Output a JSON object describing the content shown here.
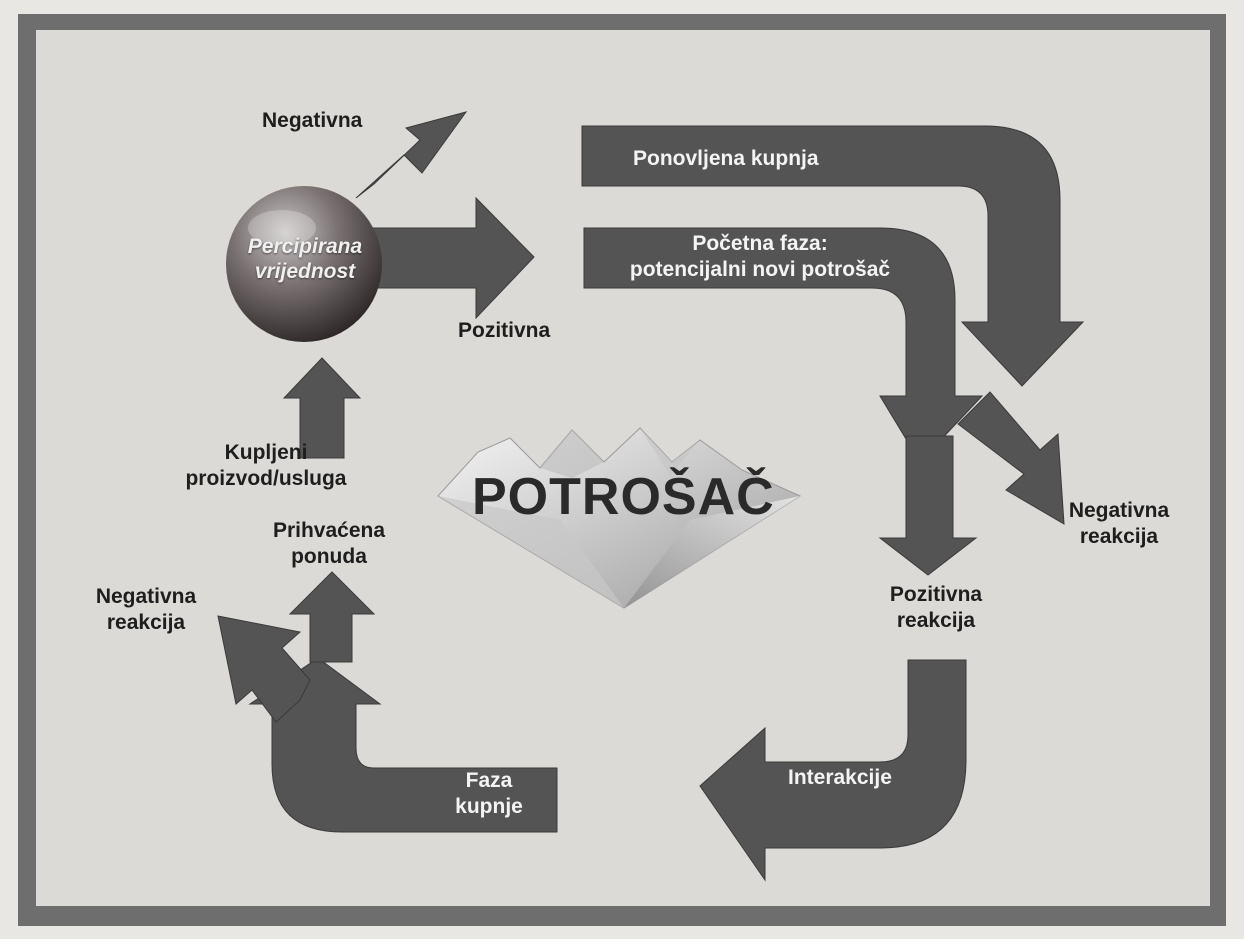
{
  "diagram": {
    "center_title": "POTROŠAČ",
    "sphere_label": [
      "Percipirana",
      "vrijednost"
    ],
    "labels": {
      "negativna_top": "Negativna",
      "pozitivna": "Pozitivna",
      "ponovljena_kupnja": "Ponovljena kupnja",
      "pocetna_faza": [
        "Početna faza:",
        "potencijalni novi potrošač"
      ],
      "negativna_reakcija_right": [
        "Negativna",
        "reakcija"
      ],
      "pozitivna_reakcija": [
        "Pozitivna",
        "reakcija"
      ],
      "interakcije": "Interakcije",
      "faza_kupnje": [
        "Faza",
        "kupnje"
      ],
      "negativna_reakcija_left": [
        "Negativna",
        "reakcija"
      ],
      "prihvacena_ponuda": [
        "Prihvaćena",
        "ponuda"
      ],
      "kupljeni_proizvod": [
        "Kupljeni",
        "proizvod/usluga"
      ]
    },
    "colors": {
      "arrow": "#545454",
      "arrow_stroke": "#3a3a3a",
      "frame": "#6e6e6e",
      "panel": "#dcdad6",
      "sphere_light": "#b8b4b4",
      "sphere_dark": "#2c2727"
    }
  }
}
